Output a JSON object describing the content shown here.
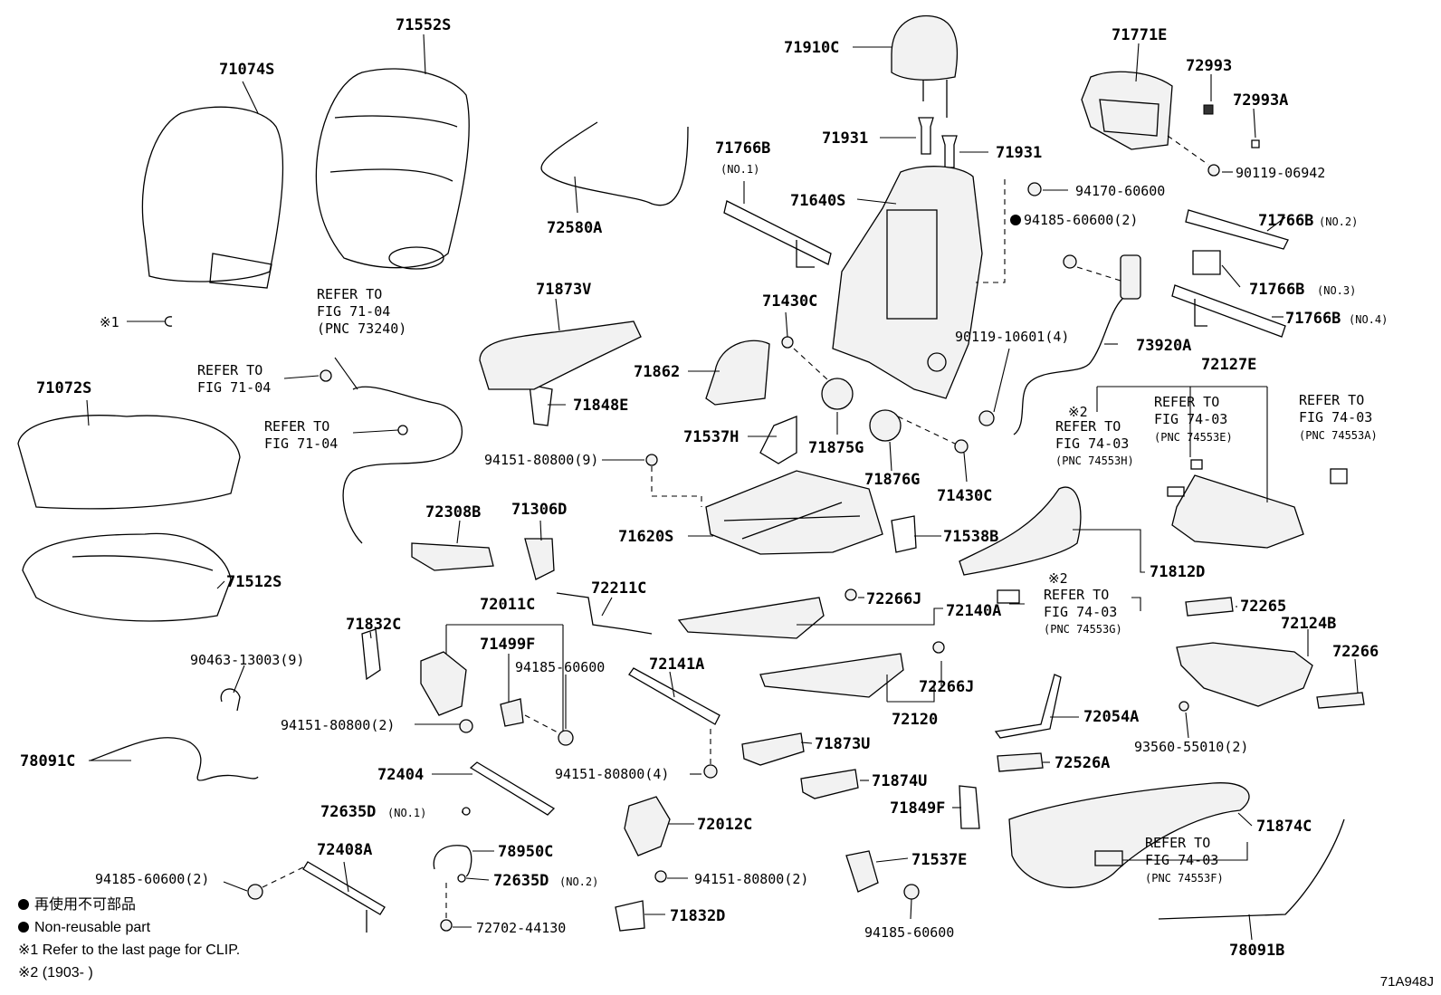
{
  "diagram_code": "71A948J",
  "legend": {
    "bullet_jp": "再使用不可部品",
    "bullet_en": "Non-reusable part",
    "note1": "※1 Refer to the last page for CLIP.",
    "note2": "※2 (1903-     )"
  },
  "labels": {
    "p71074S": "71074S",
    "p71552S": "71552S",
    "p71910C": "71910C",
    "p71771E": "71771E",
    "p72993": "72993",
    "p72993A": "72993A",
    "p90119_06942": "90119-06942",
    "p71931a": "71931",
    "p71931b": "71931",
    "p71766B1": "71766B",
    "p71766B1_no": "(NO.1)",
    "p71640S": "71640S",
    "p94170_60600": "94170-60600",
    "p94185_60600_2a": "94185-60600(2)",
    "p71766B2": "71766B",
    "p71766B2_no": "(NO.2)",
    "p71766B3": "71766B",
    "p71766B3_no": "(NO.3)",
    "p71766B4": "71766B",
    "p71766B4_no": "(NO.4)",
    "p72580A": "72580A",
    "note_c1": "※1",
    "ref7104a_1": "REFER TO",
    "ref7104a_2": "FIG 71-04",
    "ref7104a_3": "(PNC 73240)",
    "p71873V": "71873V",
    "p71430C_a": "71430C",
    "p90119_10601": "90119-10601(4)",
    "p73920A": "73920A",
    "p72127E": "72127E",
    "p71072S": "71072S",
    "ref7104b_1": "REFER TO",
    "ref7104b_2": "FIG 71-04",
    "p71862": "71862",
    "p71848E": "71848E",
    "ref7104c_1": "REFER TO",
    "ref7104c_2": "FIG 71-04",
    "p71537H": "71537H",
    "p71875G": "71875G",
    "p71876G": "71876G",
    "p71430C_b": "71430C",
    "ref7403h_1": "※2",
    "ref7403h_2": "REFER TO",
    "ref7403h_3": "FIG 74-03",
    "ref7403h_4": "(PNC 74553H)",
    "ref7403e_1": "REFER TO",
    "ref7403e_2": "FIG 74-03",
    "ref7403e_3": "(PNC 74553E)",
    "ref7403a_1": "REFER TO",
    "ref7403a_2": "FIG 74-03",
    "ref7403a_3": "(PNC 74553A)",
    "p94151_80800_9": "94151-80800(9)",
    "p72308B": "72308B",
    "p71306D": "71306D",
    "p71620S": "71620S",
    "p71538B": "71538B",
    "p71512S": "71512S",
    "p72211C": "72211C",
    "p72011C": "72011C",
    "p72266J_a": "72266J",
    "p72140A": "72140A",
    "ref7403g_1": "※2",
    "ref7403g_2": "REFER TO",
    "ref7403g_3": "FIG 74-03",
    "ref7403g_4": "(PNC 74553G)",
    "p71812D": "71812D",
    "p71832C": "71832C",
    "p71499F": "71499F",
    "p94185_60600_a": "94185-60600",
    "p72141A": "72141A",
    "p72265": "72265",
    "p72124B": "72124B",
    "p72266": "72266",
    "p90463_13003": "90463-13003(9)",
    "p94151_80800_2a": "94151-80800(2)",
    "p72266J_b": "72266J",
    "p72120": "72120",
    "p72054A": "72054A",
    "p93560_55010": "93560-55010(2)",
    "p78091C": "78091C",
    "p71873U": "71873U",
    "p94151_80800_4": "94151-80800(4)",
    "p72526A": "72526A",
    "p72404": "72404",
    "p71874U": "71874U",
    "p72635D_1": "72635D",
    "p72635D_1_no": "(NO.1)",
    "p72012C": "72012C",
    "p71849F": "71849F",
    "p71874C": "71874C",
    "p72408A": "72408A",
    "p78950C": "78950C",
    "ref7403f_1": "REFER TO",
    "ref7403f_2": "FIG 74-03",
    "ref7403f_3": "(PNC 74553F)",
    "p94185_60600_2b": "94185-60600(2)",
    "p72635D_2": "72635D",
    "p72635D_2_no": "(NO.2)",
    "p94151_80800_2b": "94151-80800(2)",
    "p71537E": "71537E",
    "p72702_44130": "72702-44130",
    "p71832D": "71832D",
    "p94185_60600_b": "94185-60600",
    "p78091B": "78091B"
  }
}
